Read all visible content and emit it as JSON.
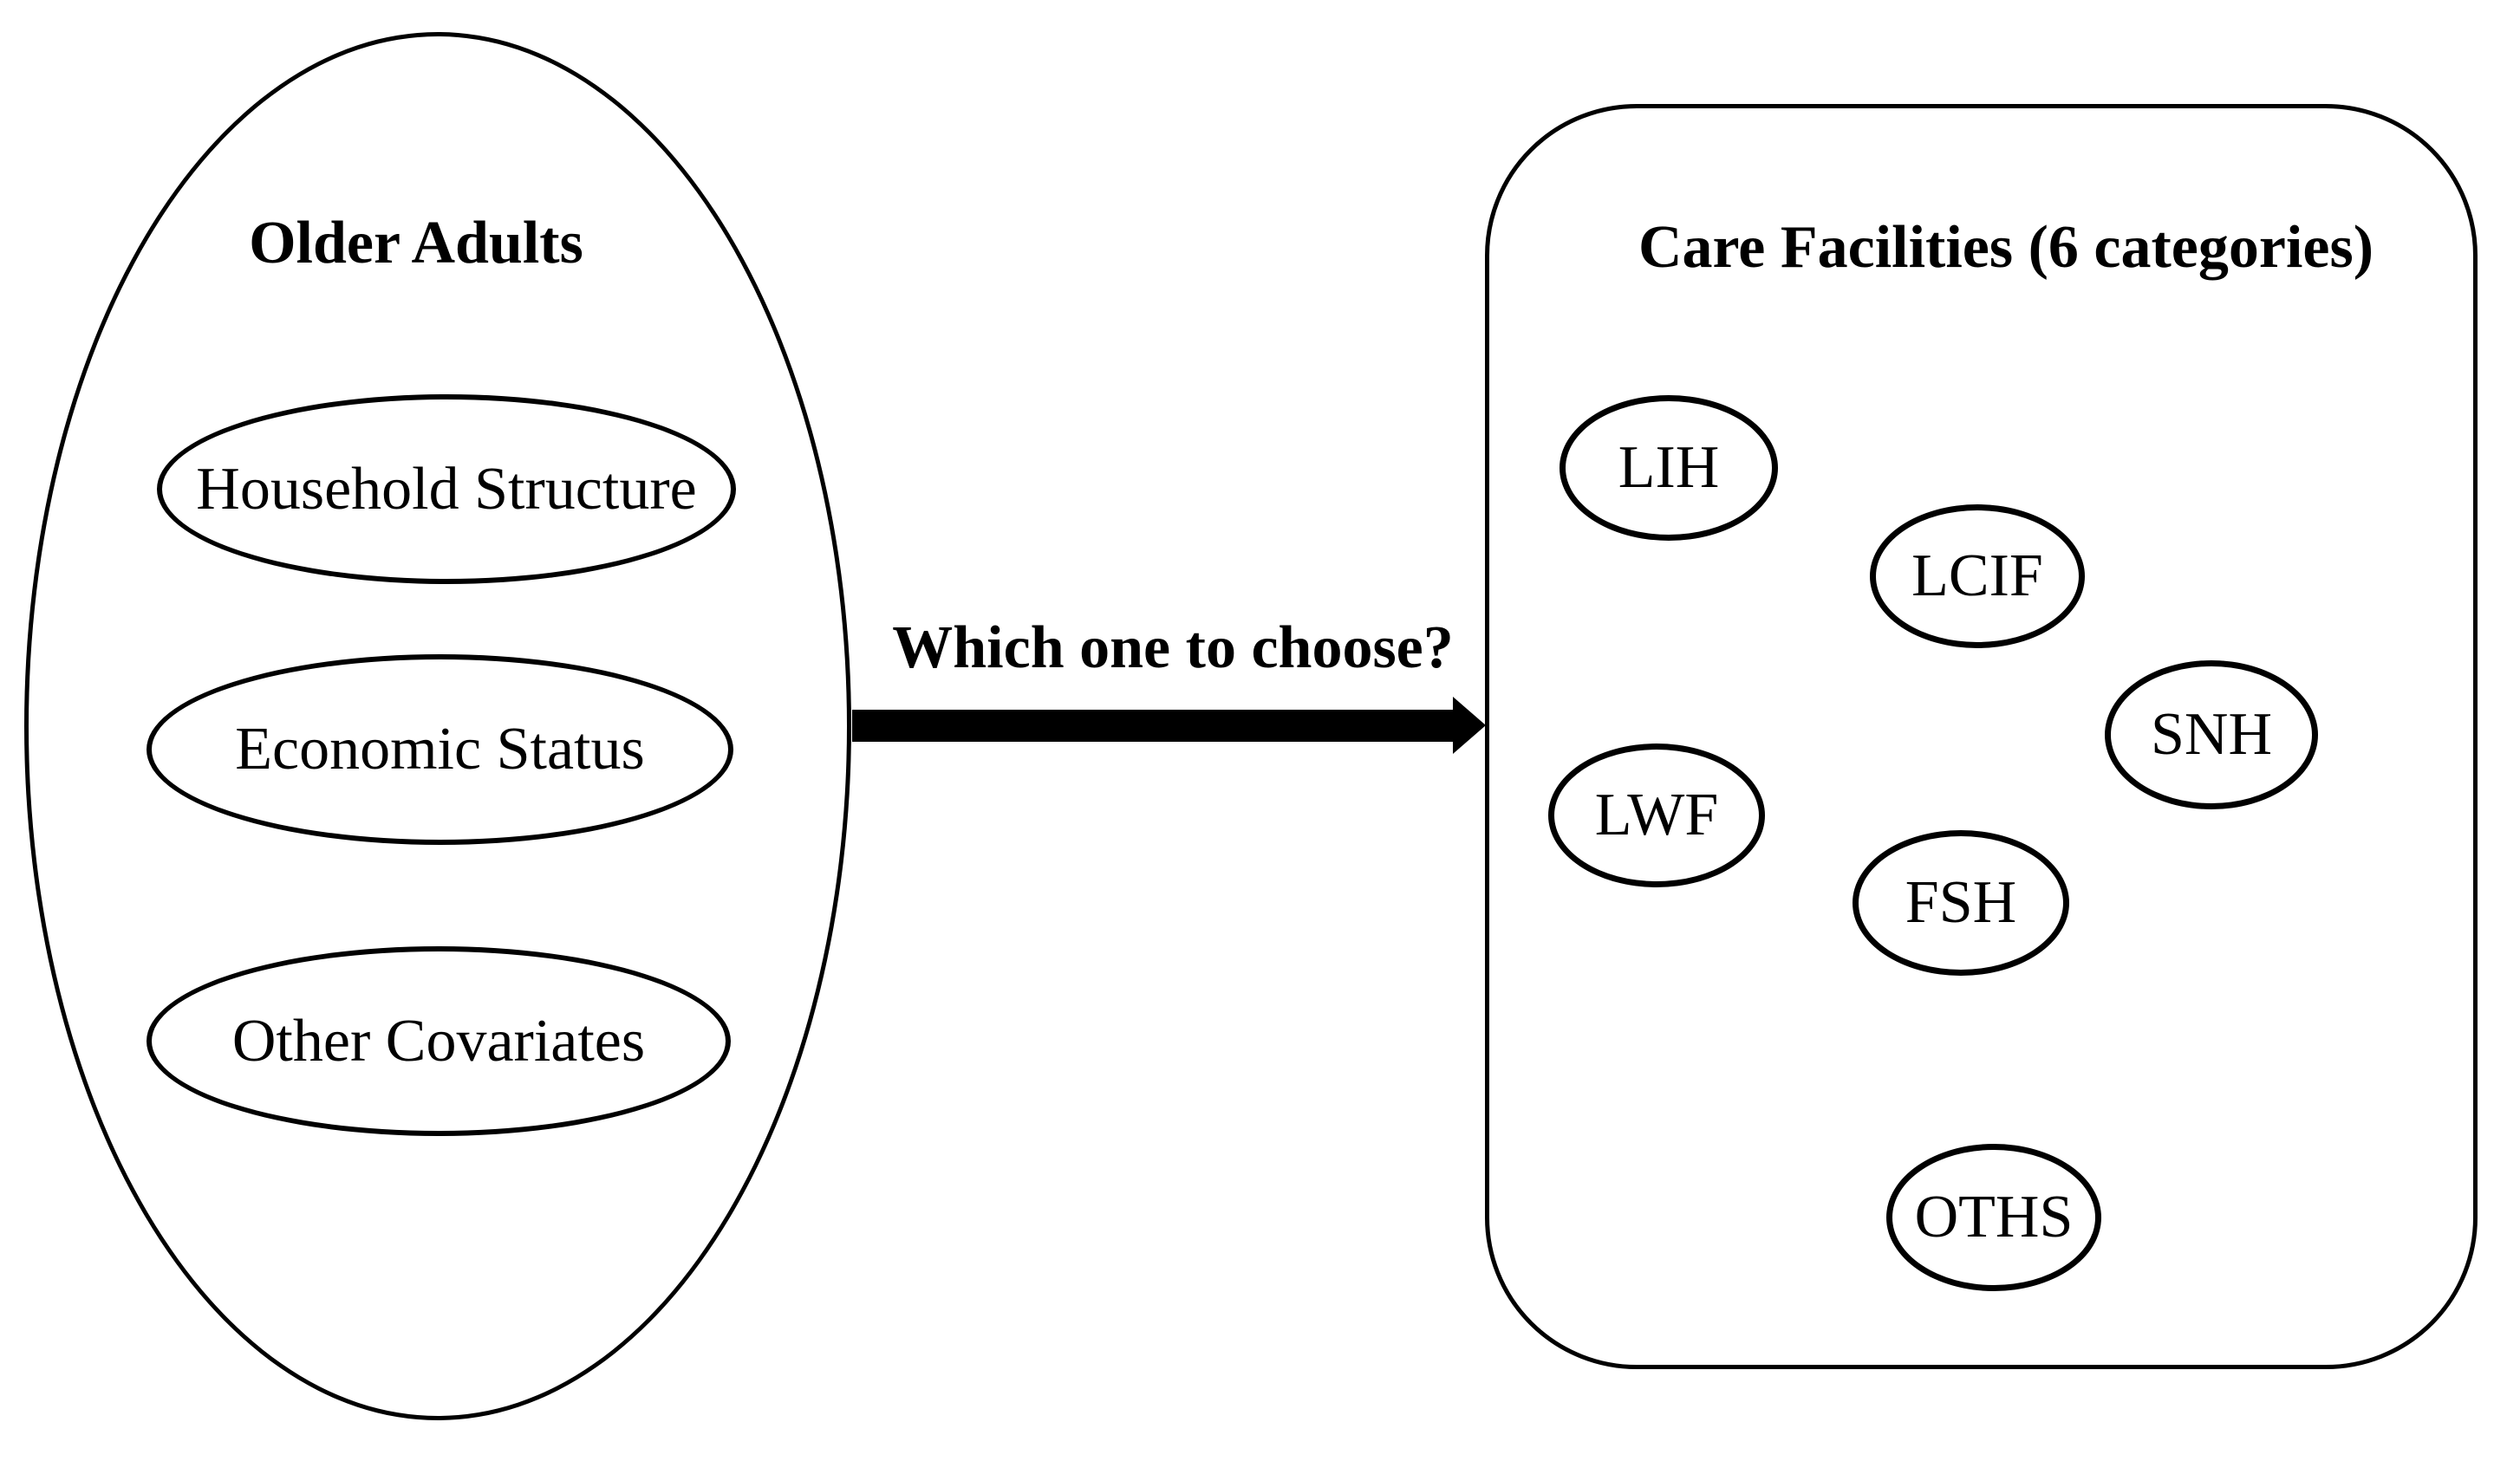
{
  "diagram": {
    "left_group": {
      "title": "Older Adults",
      "items": [
        {
          "label": "Household Structure"
        },
        {
          "label": "Economic Status"
        },
        {
          "label": "Other Covariates"
        }
      ]
    },
    "arrow": {
      "label": "Which one to choose?"
    },
    "right_group": {
      "title": "Care Facilities (6 categories)",
      "items": [
        {
          "label": "LIH"
        },
        {
          "label": "LCIF"
        },
        {
          "label": "SNH"
        },
        {
          "label": "LWF"
        },
        {
          "label": "FSH"
        },
        {
          "label": "OTHS"
        }
      ]
    },
    "colors": {
      "stroke": "#000000",
      "background": "#ffffff"
    }
  }
}
